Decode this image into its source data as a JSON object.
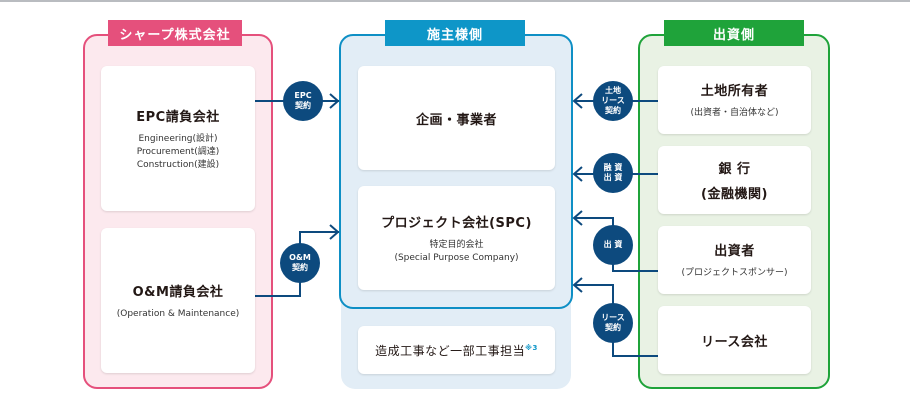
{
  "groups": {
    "sharp": {
      "label": "シャープ株式会社",
      "color": "#e5507c",
      "cards": {
        "epc": {
          "title": "EPC請負会社",
          "lines": [
            "Engineering(設計)",
            "Procurement(調達)",
            "Construction(建設)"
          ]
        },
        "om": {
          "title": "O&M請負会社",
          "sub": "(Operation & Maintenance)"
        }
      }
    },
    "owner": {
      "label": "施主様側",
      "color": "#0e96c8",
      "cards": {
        "plan": {
          "title": "企画・事業者"
        },
        "spc": {
          "title": "プロジェクト会社(SPC)",
          "lines": [
            "特定目的会社",
            "(Special Purpose Company)"
          ]
        },
        "civil": {
          "title": "造成工事など一部工事担当",
          "note": "※3"
        }
      }
    },
    "invest": {
      "label": "出資側",
      "color": "#1fa33a",
      "cards": {
        "land": {
          "title": "土地所有者",
          "sub": "(出資者・自治体など)"
        },
        "bank": {
          "title": "銀 行",
          "sub": "(金融機関)"
        },
        "sponsor": {
          "title": "出資者",
          "sub": "(プロジェクトスポンサー)"
        },
        "lease": {
          "title": "リース会社"
        }
      }
    }
  },
  "connectors": {
    "epc": {
      "lines": [
        "EPC",
        "契約"
      ]
    },
    "om": {
      "lines": [
        "O&M",
        "契約"
      ]
    },
    "land": {
      "lines": [
        "土地",
        "リース",
        "契約"
      ]
    },
    "bank": {
      "lines": [
        "融 資",
        "出 資"
      ]
    },
    "invest": {
      "lines": [
        "出 資"
      ]
    },
    "lease": {
      "lines": [
        "リース",
        "契約"
      ]
    },
    "color": "#0d4a7e"
  }
}
